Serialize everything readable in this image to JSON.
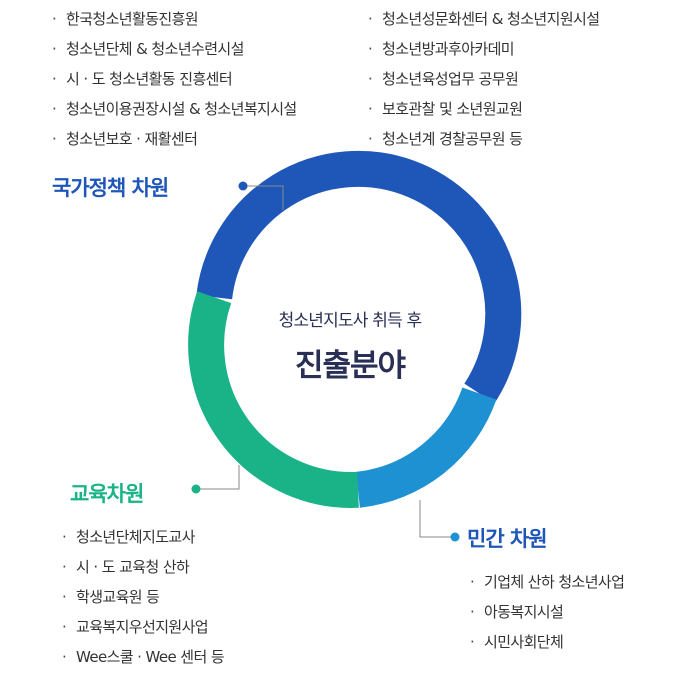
{
  "center": {
    "subtitle": "청소년지도사 취득 후",
    "title": "진출분야"
  },
  "sectors": {
    "national": {
      "label": "국가정책 차원",
      "color": "#1f57b9",
      "items_left": [
        "한국청소년활동진흥원",
        "청소년단체 & 청소년수련시설",
        "시 · 도 청소년활동 진흥센터",
        "청소년이용권장시설 & 청소년복지시설",
        "청소년보호 · 재활센터"
      ],
      "items_right": [
        "청소년성문화센터 & 청소년지원시설",
        "청소년방과후아카데미",
        "청소년육성업무 공무원",
        "보호관찰  및 소년원교원",
        "청소년계 경찰공무원 등"
      ]
    },
    "private": {
      "label": "민간 차원",
      "color": "#1e91d2",
      "items": [
        "기업체 산하 청소년사업",
        "아동복지시설",
        "시민사회단체"
      ]
    },
    "education": {
      "label": "교육차원",
      "color": "#1ab387",
      "items": [
        "청소년단체지도교사",
        "시 · 도 교육청 산하",
        "학생교육원 등",
        "교육복지우선지원사업",
        "Wee스쿨 · Wee 센터 등"
      ]
    }
  },
  "bullet": "·"
}
